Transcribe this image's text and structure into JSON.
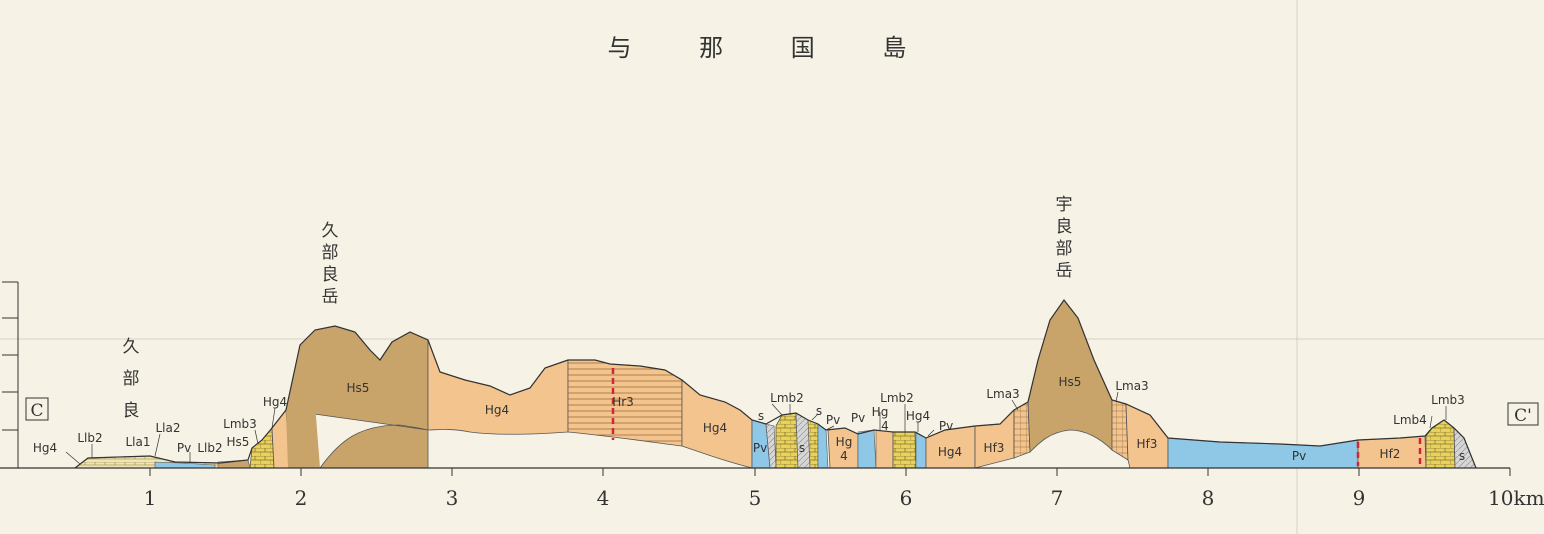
{
  "title": "与 那 国 島",
  "section_start": "C",
  "section_end": "C'",
  "x_axis": {
    "ticks": [
      "1",
      "2",
      "3",
      "4",
      "5",
      "6",
      "7",
      "8",
      "9"
    ],
    "end_label": "10km"
  },
  "place_labels": {
    "kubura": [
      "久",
      "部",
      "良"
    ],
    "kuburadake": [
      "久",
      "部",
      "良",
      "岳"
    ],
    "urabudake": [
      "宇",
      "良",
      "部",
      "岳"
    ]
  },
  "unit_labels": [
    "Hg4",
    "Llb2",
    "Lla1",
    "Lla2",
    "Pv",
    "Llb2",
    "Hs5",
    "Lmb3",
    "Hg4",
    "Hs5",
    "Hg4",
    "Hr3",
    "Hg4",
    "s",
    "Pv",
    "Lmb2",
    "s",
    "s",
    "Pv",
    "Hg",
    "4",
    "Pv",
    "Hg",
    "4",
    "Lmb2",
    "Hg4",
    "Pv",
    "Hg4",
    "Hf3",
    "Lma3",
    "Hs5",
    "Lma3",
    "Hf3",
    "Pv",
    "Hf2",
    "Lmb4",
    "Lmb3",
    "s"
  ],
  "colors": {
    "background": "#f6f3e6",
    "Hs": "#c8a46a",
    "Hg": "#f3c48e",
    "Hr": "#f3c48e",
    "Hf": "#f3c48e",
    "Pv": "#8ec8e6",
    "Lm": "#e8d25a",
    "Ll": "#efe6b4",
    "s": "#c8c8c8",
    "fault": "#d0243a"
  }
}
